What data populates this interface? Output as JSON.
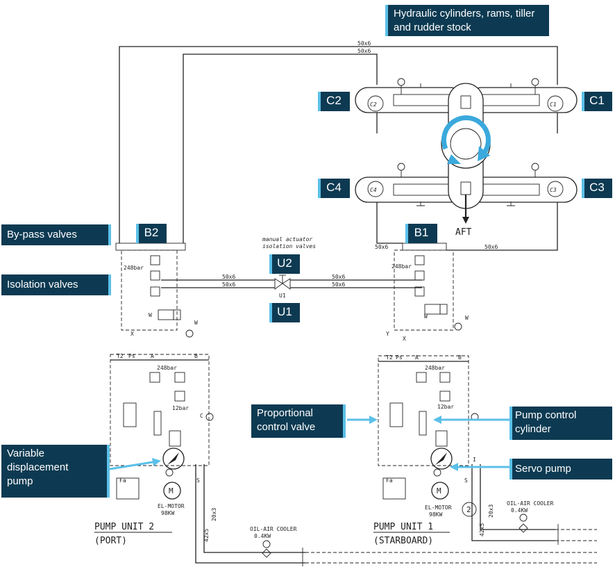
{
  "callouts": {
    "title": "Hydraulic cylinders, rams, tiller and rudder stock",
    "c1": "C1",
    "c2": "C2",
    "c3": "C3",
    "c4": "C4",
    "bypass": "By-pass valves",
    "isolation": "Isolation valves",
    "b1": "B1",
    "b2": "B2",
    "u1": "U1",
    "u2": "U2",
    "proportional": "Proportional control valve",
    "pump_control": "Pump control cylinder",
    "servo": "Servo pump",
    "variable": "Variable displacement pump"
  },
  "labels": {
    "pipe_50x6": "50x6",
    "pipe_20x3": "20x3",
    "pipe_42x5": "42x5",
    "manual_actuator": "manual actuator",
    "isolation_valves": "isolation valves",
    "u1_small": "U1",
    "aft": "AFT",
    "c1_small": "C1",
    "c2_small": "C2",
    "c3_small": "C3",
    "c4_small": "C4",
    "pressure_248": "248bar",
    "pressure_12": "12bar",
    "pump_unit_2": "PUMP UNIT 2",
    "port": "(PORT)",
    "pump_unit_1": "PUMP UNIT 1",
    "starboard": "(STARBOARD)",
    "el_motor": "EL-MOTOR",
    "motor_power": "98KW",
    "oil_air_cooler": "OIL-AIR COOLER",
    "cooler_power": "0.4KW",
    "motor_symbol": "M",
    "callout_2": "2",
    "port_x": "X",
    "port_y": "Y",
    "port_w": "W",
    "port_a": "A",
    "port_b": "B",
    "port_t2": "T2",
    "port_ps": "Ps",
    "port_s": "S",
    "port_i": "I",
    "port_c": "C"
  }
}
